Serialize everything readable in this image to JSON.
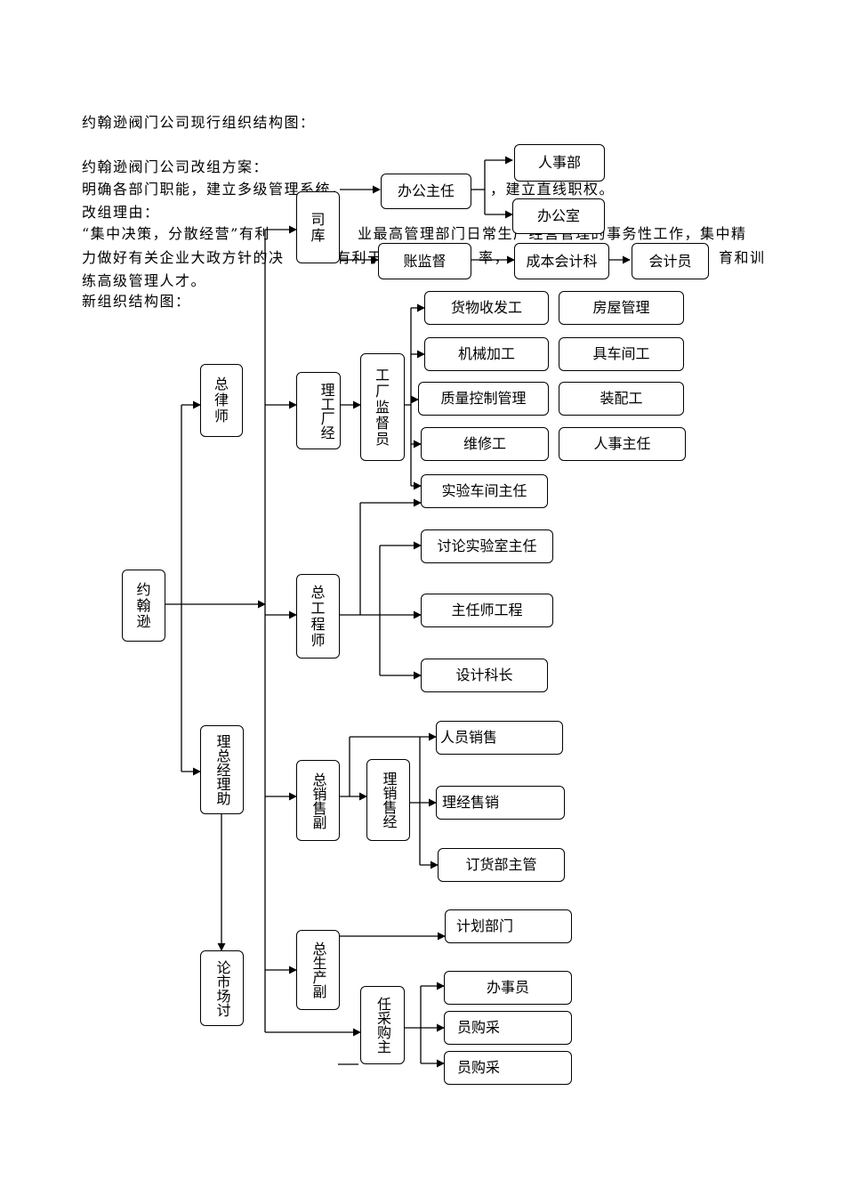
{
  "text": {
    "line1": "约翰逊阀门公司现行组织结构图：",
    "line2": "约翰逊阀门公司改组方案：",
    "line3": "明确各部门职能，建立多级管理系统，",
    "line3b": "，建立直线职权。",
    "line4": "改组理由：",
    "line5": "“集中决策，分散经营”有利",
    "line5b": "业最高管理部门日常生产经营管理的事务性工作，集中精",
    "line6": "力做好有关企业大政方针的决",
    "line6b": "有利于",
    "line6c": "率，",
    "line6d": "育和训",
    "line7": "练高级管理人才。",
    "line8": "新组织结构图："
  },
  "nodes": {
    "renshibu": "人事部",
    "bangongzhuren": "办公主任",
    "bangongshi": "办公室",
    "siku": "司库",
    "zhangjiandu": "账监督",
    "chengbenkuaijike": "成本会计科",
    "kuaijiyuan": "会计员",
    "huowushoufa": "货物收发工",
    "fangwuguanli": "房屋管理",
    "jixiejiagong": "机械加工",
    "gongjuchejian": "具车间工",
    "zhilianguanli": "质量控制管理",
    "zhuangpeigong": "装配工",
    "weixiugong": "维修工",
    "renshizhuren": "人事主任",
    "gongchangjiandu": "工厂监督员",
    "gongchangjingli": "理工厂经",
    "zonglvshi": "总律师",
    "shiyanchejian": "实验车间主任",
    "taolunshiyanshi": "讨论实验室主任",
    "zhurengongchengshi": "主任师工程",
    "shejikezhang": "设计科长",
    "zonggongchengshi": "总工程师",
    "yuehanxun": "约翰逊",
    "zongjinglizhuli": "理总经理助",
    "xiaoshoufuzong": "总销售副",
    "xiaoshoujingli": "理销售经",
    "renyuanxiaoshou": "人员销售",
    "jinglixiaoshou": "理经售销",
    "dinghuobu": "订货部主管",
    "shichangtaolun": "论市场讨",
    "shengchanfuzong": "总生产副",
    "jihuabumen": "计划部门",
    "caigouzhuren": "任采购主",
    "banshiyuan": "办事员",
    "caigouyuan1": "员购采",
    "caigouyuan2": "员购采"
  },
  "colors": {
    "line": "#000000",
    "box_border": "#000000",
    "background": "#ffffff"
  }
}
